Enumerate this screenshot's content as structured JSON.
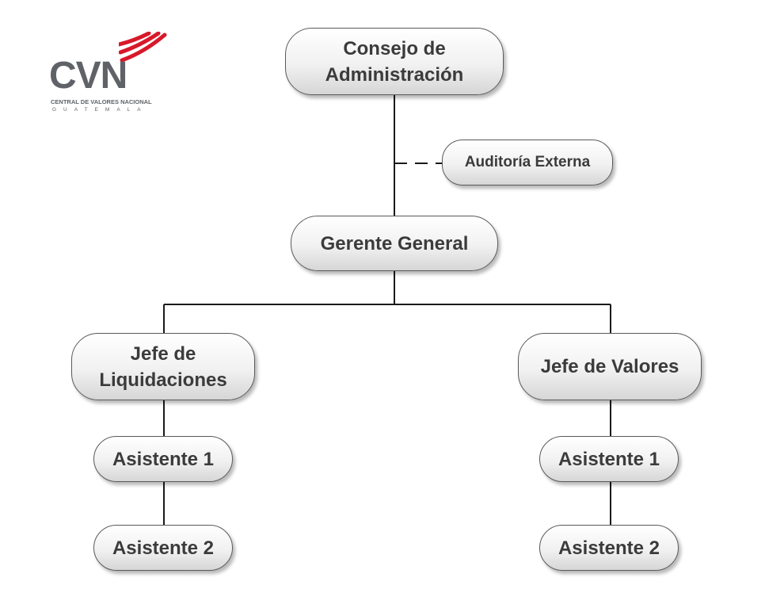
{
  "logo": {
    "main": "CVN",
    "subtitle": "CENTRAL DE VALORES NACIONAL",
    "country": "GUATEMALA",
    "accent_color": "#d7192b"
  },
  "org_chart": {
    "board": "Consejo de\nAdministración",
    "audit": "Auditoría Externa",
    "general_manager": "Gerente General",
    "liquidations": {
      "head": "Jefe de\nLiquidaciones",
      "assistants": [
        "Asistente 1",
        "Asistente 2"
      ]
    },
    "securities": {
      "head": "Jefe de Valores",
      "assistants": [
        "Asistente 1",
        "Asistente 2"
      ]
    }
  }
}
